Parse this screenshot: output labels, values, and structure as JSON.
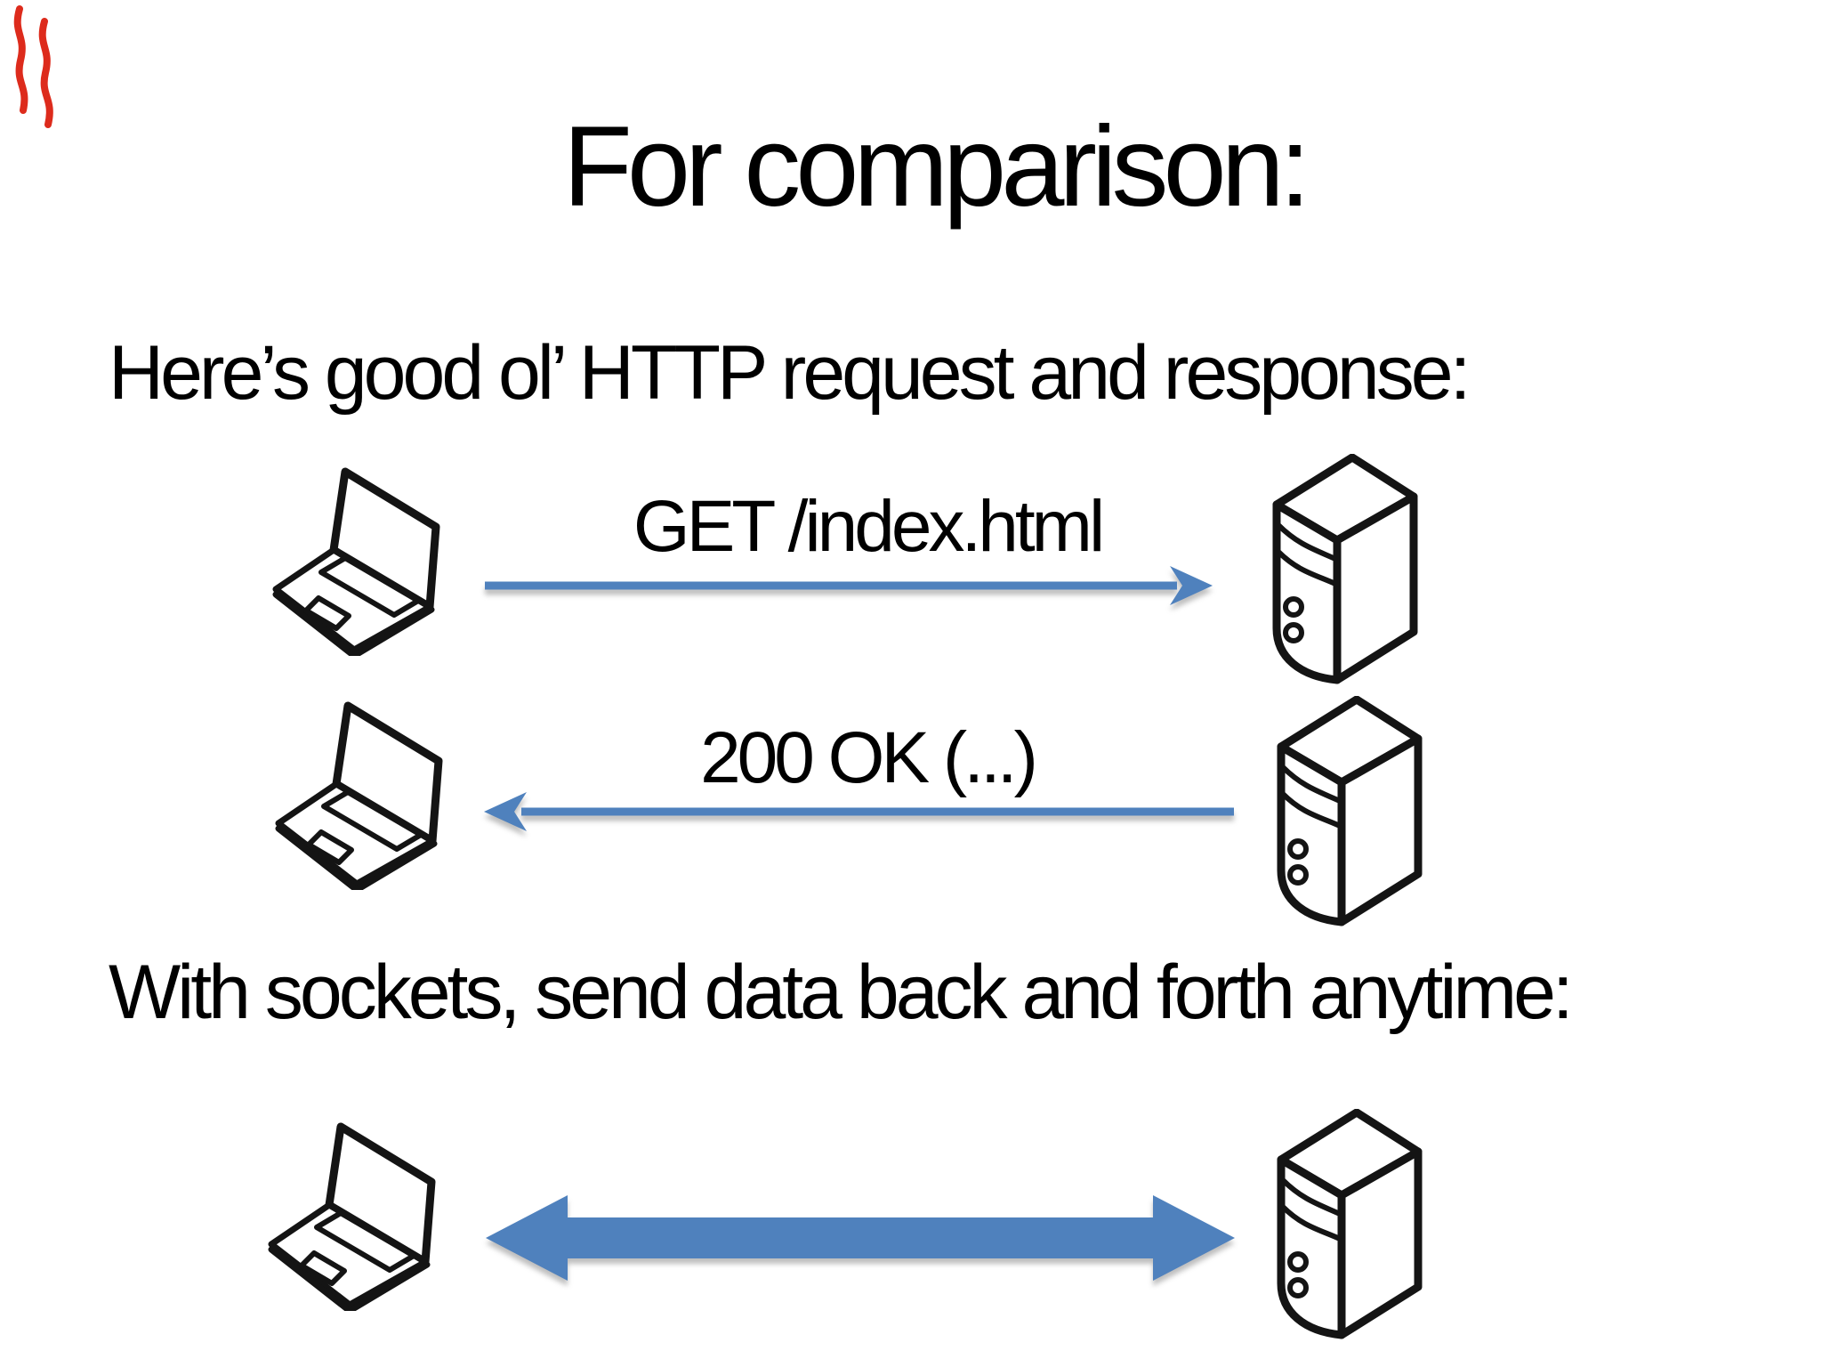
{
  "slide": {
    "title": "For comparison:",
    "http_section": {
      "heading": "Here’s good ol’ HTTP request and response:",
      "request_label": "GET /index.html",
      "response_label": "200 OK (...)"
    },
    "sockets_section": {
      "heading": "With sockets, send data back and forth anytime:"
    },
    "icons": {
      "client": "laptop-icon",
      "server": "server-icon",
      "request": "right-arrow-icon",
      "response": "left-arrow-icon",
      "bidirectional": "double-headed-arrow-icon",
      "annotation": "red-scribble-icon"
    },
    "colors": {
      "arrow_blue": "#4f81bd",
      "icon_stroke": "#141414",
      "scribble_red": "#dd2b1c",
      "background": "#ffffff",
      "text": "#000000"
    }
  }
}
